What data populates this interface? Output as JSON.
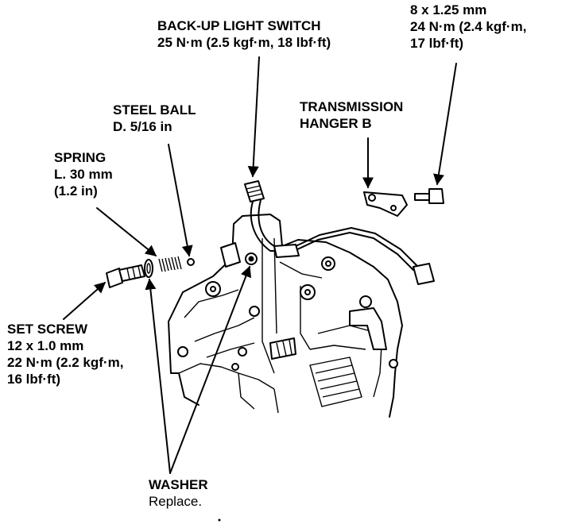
{
  "labels": {
    "backup_switch": {
      "title": "BACK-UP LIGHT SWITCH",
      "torque": "25 N·m (2.5 kgf·m, 18 lbf·ft)"
    },
    "bolt": {
      "size": "8 x 1.25 mm",
      "torque_line1": "24 N·m (2.4 kgf·m,",
      "torque_line2": "17 lbf·ft)"
    },
    "steel_ball": {
      "title": "STEEL BALL",
      "size": "D. 5/16 in"
    },
    "hanger": {
      "title_line1": "TRANSMISSION",
      "title_line2": "HANGER B"
    },
    "spring": {
      "title": "SPRING",
      "length_mm": "L. 30 mm",
      "length_in": "(1.2 in)"
    },
    "set_screw": {
      "title": "SET SCREW",
      "size": "12 x 1.0 mm",
      "torque_line1": "22 N·m (2.2 kgf·m,",
      "torque_line2": "16 lbf·ft)"
    },
    "washer": {
      "title": "WASHER",
      "note": "Replace."
    }
  }
}
